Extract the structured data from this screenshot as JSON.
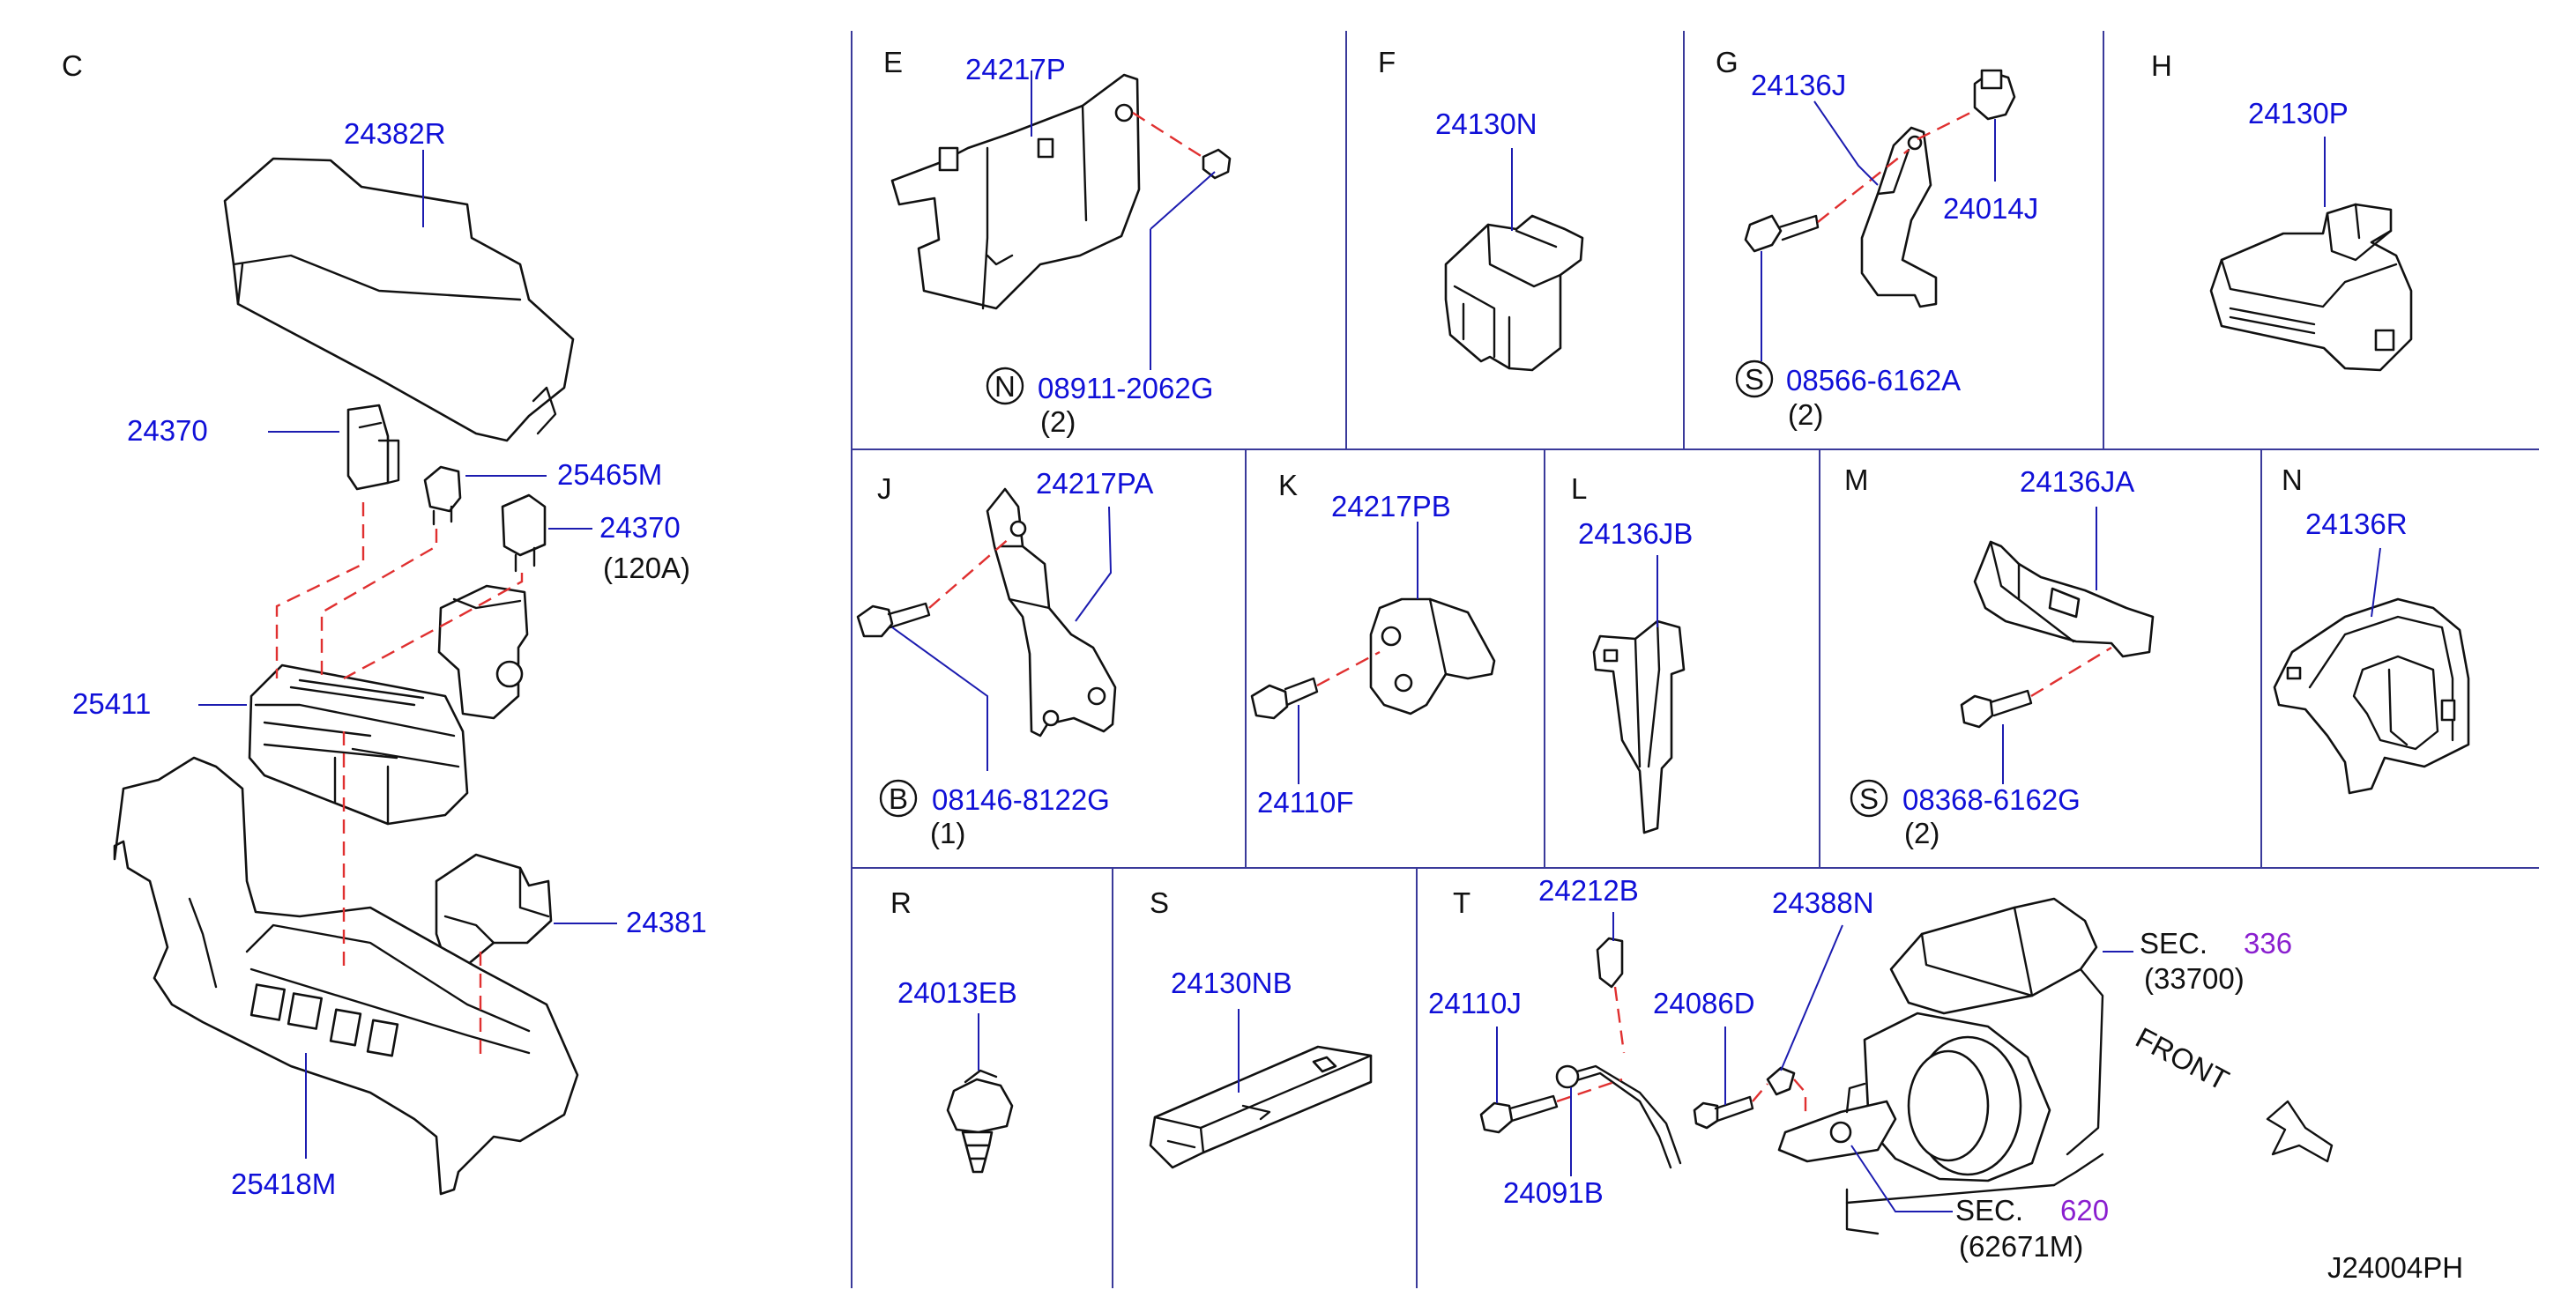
{
  "drawing_id": "J24004PH",
  "panels": {
    "C": {
      "letter": "C",
      "parts": {
        "p24382R": "24382R",
        "p24370a": "24370",
        "p25465M": "25465M",
        "p24370b": "24370",
        "amp120": "(120A)",
        "p25411": "25411",
        "p24381": "24381",
        "p25418M": "25418M"
      }
    },
    "E": {
      "letter": "E",
      "parts": {
        "p24217P": "24217P",
        "p08911": "08911-2062G",
        "qty": "(2)",
        "mark": "N"
      }
    },
    "F": {
      "letter": "F",
      "parts": {
        "p24130N": "24130N"
      }
    },
    "G": {
      "letter": "G",
      "parts": {
        "p24136J": "24136J",
        "p24014J": "24014J",
        "p08566": "08566-6162A",
        "qty": "(2)",
        "mark": "S"
      }
    },
    "H": {
      "letter": "H",
      "parts": {
        "p24130P": "24130P"
      }
    },
    "J": {
      "letter": "J",
      "parts": {
        "p24217PA": "24217PA",
        "p08146": "08146-8122G",
        "qty": "(1)",
        "mark": "B"
      }
    },
    "K": {
      "letter": "K",
      "parts": {
        "p24217PB": "24217PB",
        "p24110F": "24110F"
      }
    },
    "L": {
      "letter": "L",
      "parts": {
        "p24136JB": "24136JB"
      }
    },
    "M": {
      "letter": "M",
      "parts": {
        "p24136JA": "24136JA",
        "p08368": "08368-6162G",
        "qty": "(2)",
        "mark": "S"
      }
    },
    "N": {
      "letter": "N",
      "parts": {
        "p24136R": "24136R"
      }
    },
    "R": {
      "letter": "R",
      "parts": {
        "p24013EB": "24013EB"
      }
    },
    "S": {
      "letter": "S",
      "parts": {
        "p24130NB": "24130NB"
      }
    },
    "T": {
      "letter": "T",
      "parts": {
        "p24212B": "24212B",
        "p24388N": "24388N",
        "p24110J": "24110J",
        "p24086D": "24086D",
        "p24091B": "24091B",
        "sec1_label": "SEC.",
        "sec1_num": "336",
        "sec1_ref": "(33700)",
        "sec2_label": "SEC.",
        "sec2_num": "620",
        "sec2_ref": "(62671M)",
        "front": "FRONT"
      }
    }
  },
  "colors": {
    "part_number": "#1010d8",
    "section_number": "#8a1fcf",
    "leader": "#1c1cb0",
    "dashed_line": "#e03030",
    "grid": "#3a3a9a"
  }
}
